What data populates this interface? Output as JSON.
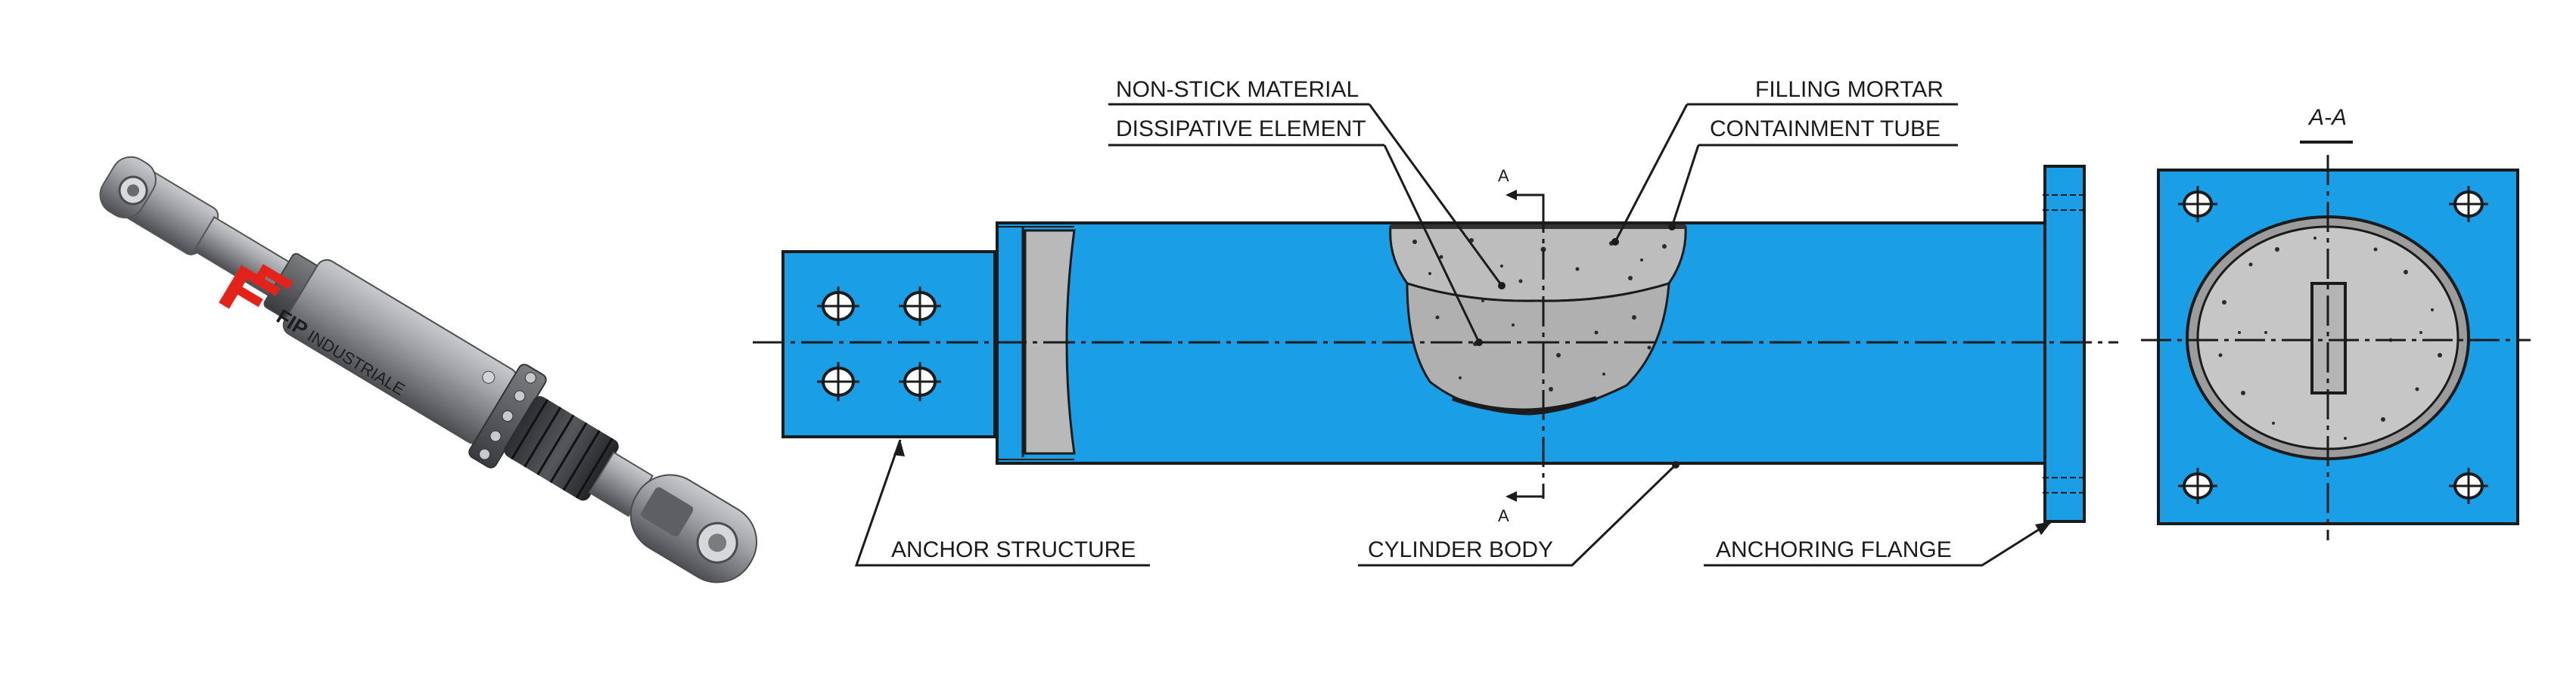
{
  "image": {
    "background": "#ffffff",
    "colors": {
      "body_blue": "#1a9ee6",
      "outline": "#1b1b1b",
      "mortar_gray": "#bdbdbd",
      "device_gray": "#8a8c90",
      "logo_red": "#e3231b"
    }
  },
  "device_photo": {
    "logo_mark": "FIP",
    "logo_text": "INDUSTRIALE"
  },
  "labels": {
    "non_stick_material": "NON-STICK MATERIAL",
    "dissipative_element": "DISSIPATIVE ELEMENT",
    "filling_mortar": "FILLING MORTAR",
    "containment_tube": "CONTAINMENT TUBE",
    "anchor_structure": "ANCHOR STRUCTURE",
    "cylinder_body": "CYLINDER BODY",
    "anchoring_flange": "ANCHORING FLANGE",
    "section_mark_top": "A",
    "section_mark_bottom": "A",
    "section_title": "A-A"
  }
}
